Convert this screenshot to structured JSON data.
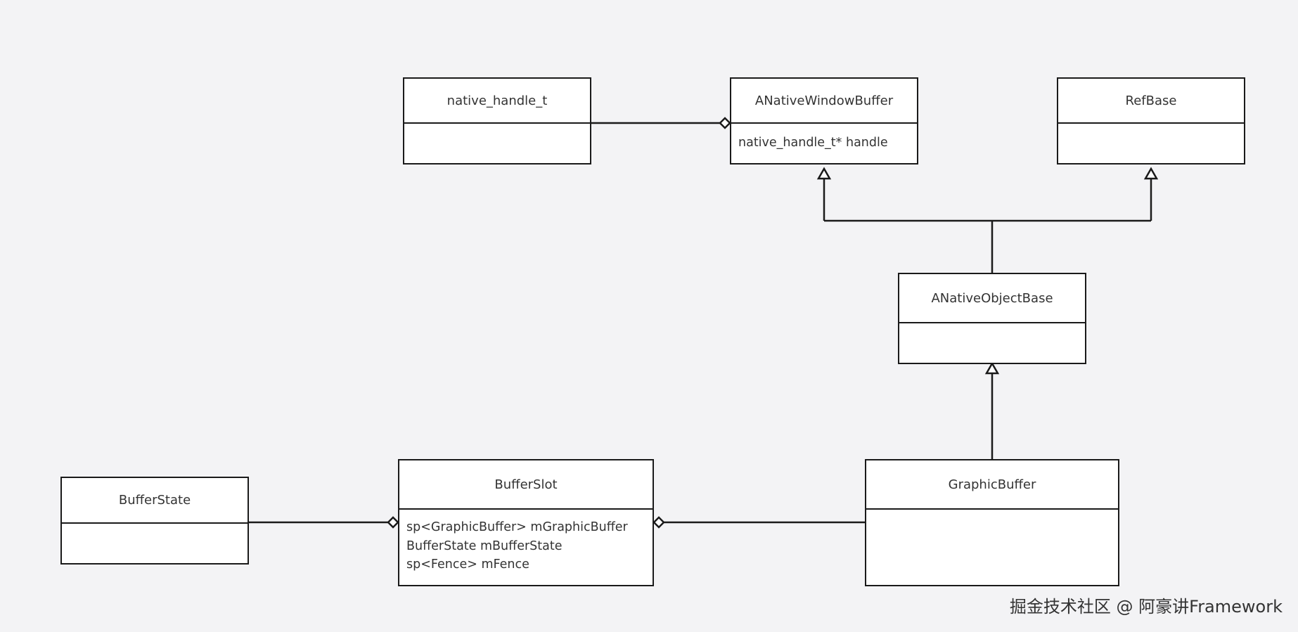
{
  "diagram": {
    "classes": {
      "native_handle_t": {
        "name": "native_handle_t",
        "members": []
      },
      "anative_window_buffer": {
        "name": "ANativeWindowBuffer",
        "members": [
          "native_handle_t* handle"
        ]
      },
      "refbase": {
        "name": "RefBase",
        "members": []
      },
      "anative_object_base": {
        "name": "ANativeObjectBase",
        "members": []
      },
      "buffer_state": {
        "name": "BufferState",
        "members": []
      },
      "buffer_slot": {
        "name": "BufferSlot",
        "members": [
          "sp<GraphicBuffer> mGraphicBuffer",
          "BufferState mBufferState",
          "sp<Fence> mFence"
        ]
      },
      "graphic_buffer": {
        "name": "GraphicBuffer",
        "members": []
      }
    },
    "relations": [
      {
        "type": "aggregation",
        "from": "native_handle_t",
        "to": "ANativeWindowBuffer"
      },
      {
        "type": "inheritance",
        "from": "ANativeObjectBase",
        "to": "ANativeWindowBuffer"
      },
      {
        "type": "inheritance",
        "from": "ANativeObjectBase",
        "to": "RefBase"
      },
      {
        "type": "inheritance",
        "from": "GraphicBuffer",
        "to": "ANativeObjectBase"
      },
      {
        "type": "aggregation",
        "from": "BufferState",
        "to": "BufferSlot"
      },
      {
        "type": "aggregation",
        "from": "GraphicBuffer",
        "to": "BufferSlot"
      }
    ]
  },
  "watermark": "掘金技术社区 @ 阿豪讲Framework",
  "colors": {
    "background": "#f3f3f5",
    "box_fill": "#ffffff",
    "line": "#1a1a1a",
    "text": "#333333"
  }
}
